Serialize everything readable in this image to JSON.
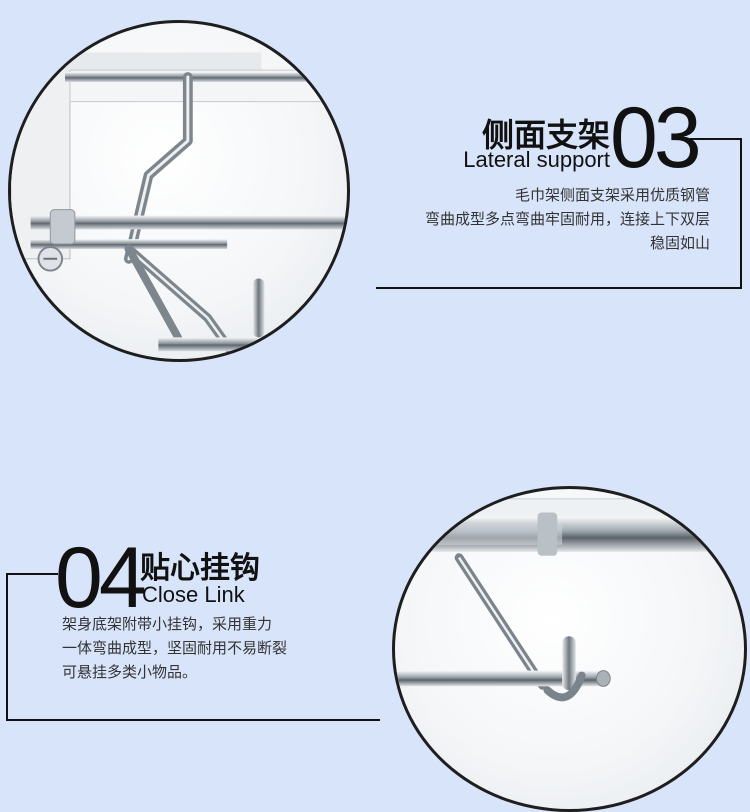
{
  "section_03": {
    "number": "03",
    "title_cn": "侧面支架",
    "title_en": "Lateral support",
    "description_lines": [
      "毛巾架侧面支架采用优质钢管",
      "弯曲成型多点弯曲牢固耐用，连接上下双层",
      "稳固如山"
    ]
  },
  "section_04": {
    "number": "04",
    "title_cn": "贴心挂钩",
    "title_en": "Close Link",
    "description_lines": [
      "架身底架附带小挂钩，采用重力",
      "一体弯曲成型，坚固耐用不易断裂",
      "可悬挂多类小物品。"
    ]
  },
  "colors": {
    "background": "#d8e4f9",
    "text": "#111111",
    "chrome": "#9aa3ab"
  }
}
